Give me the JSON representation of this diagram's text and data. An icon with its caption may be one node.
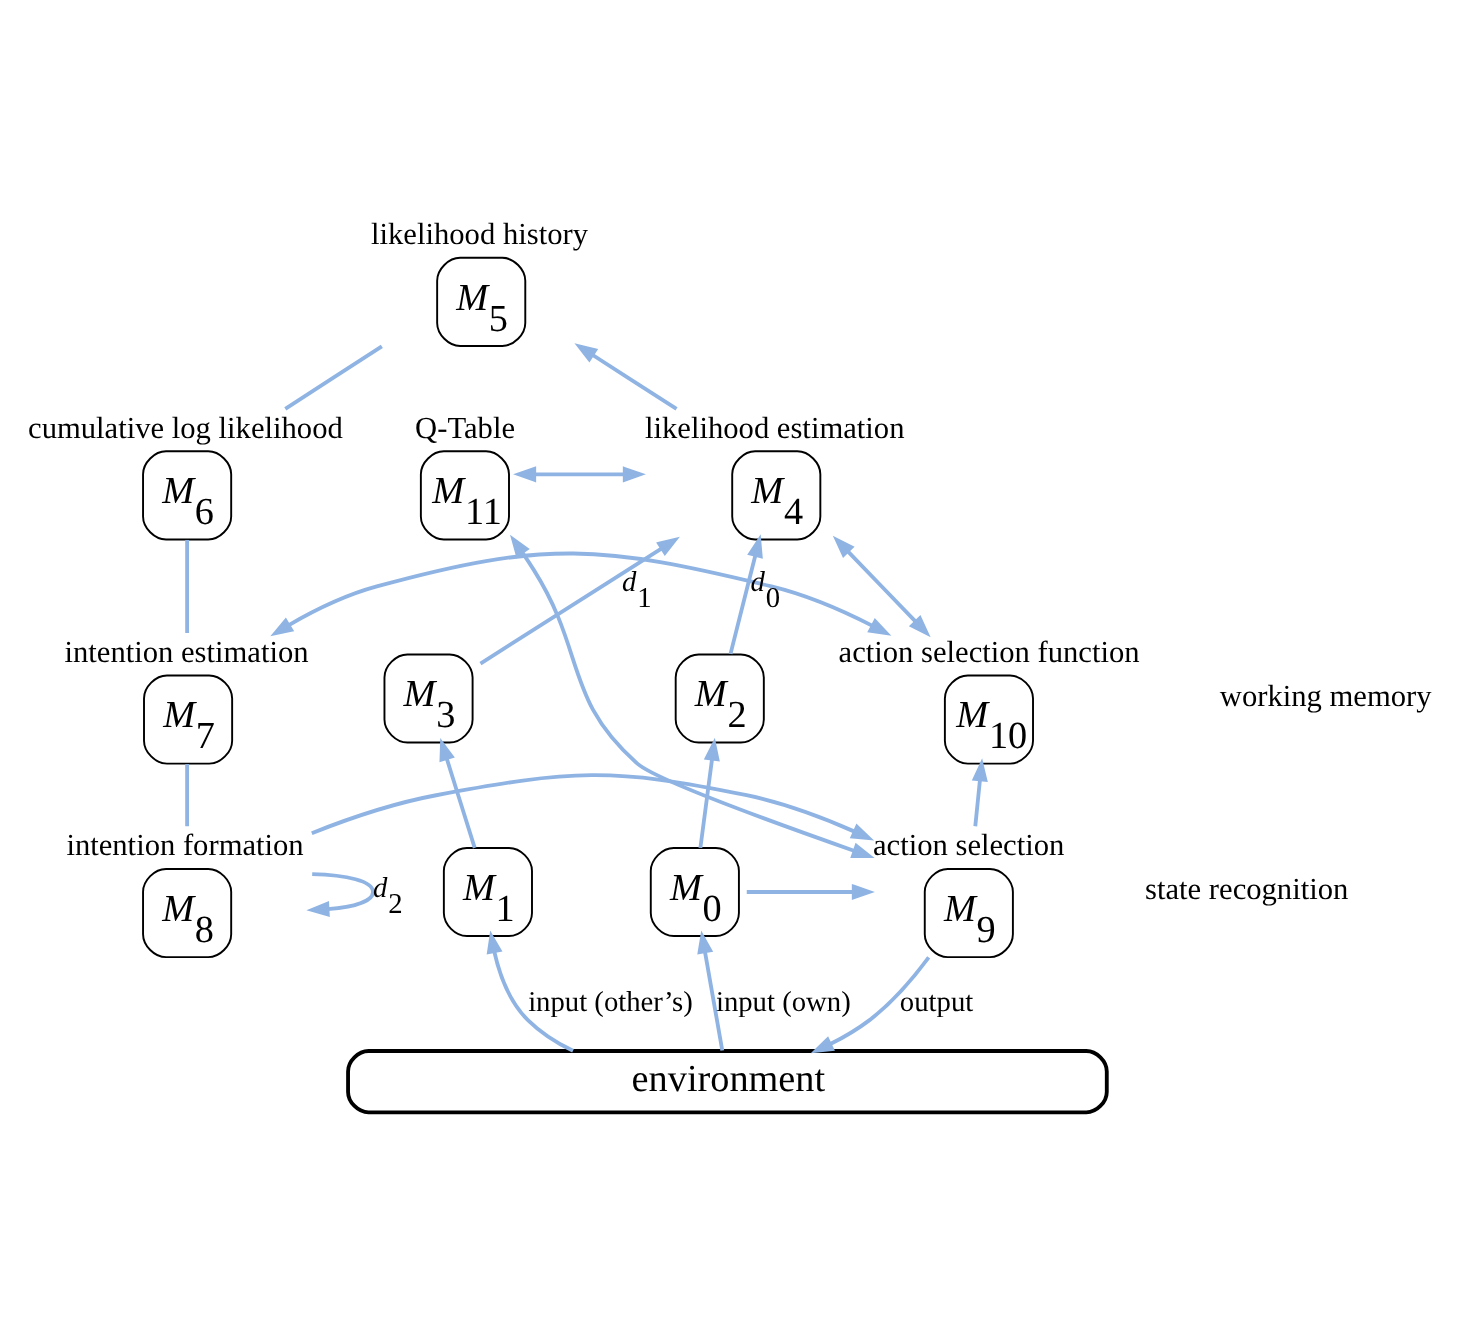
{
  "diagram": {
    "nodes": [
      {
        "text": [
          "likelihood history",
          "M$_{5}$"
        ]
      },
      {
        "text": [
          "cumulative log likelihood",
          "M$_{6}$"
        ]
      },
      {
        "text": [
          "Q-Table",
          "M$_{11}$"
        ]
      },
      {
        "text": [
          "likelihood estimation",
          "M$_{4}$"
        ]
      },
      {
        "text": [
          "intention estimation",
          "M$_{7}$"
        ]
      },
      {
        "text": [
          "action selection function",
          "M$_{10}$"
        ]
      },
      {
        "text": [
          "M$_{2}$"
        ]
      },
      {
        "text": [
          "M$_{3}$"
        ]
      },
      {
        "text": [
          "intention formation",
          "M$_{8}$"
        ]
      },
      {
        "text": [
          "action selection",
          "M$_{9}$"
        ]
      },
      {
        "text": [
          "M$_{0}$"
        ]
      },
      {
        "text": [
          "M$_{1}$"
        ]
      },
      {
        "text": [
          "environment"
        ]
      }
    ],
    "edges": [
      {
        "from": 3,
        "to": 0,
        "arrow": "to"
      },
      {
        "from": 0,
        "to": 1,
        "arrow": "none"
      },
      {
        "from": 1,
        "to": 4,
        "arrow": "none"
      },
      {
        "from": 4,
        "to": 8,
        "arrow": "none"
      },
      {
        "from": 2,
        "to": 3,
        "arrow": "both"
      },
      {
        "from": 3,
        "to": 5,
        "arrow": "both"
      },
      {
        "from": 6,
        "to": 3,
        "arrow": "to",
        "label": "d$_{0}$"
      },
      {
        "from": 7,
        "to": 3,
        "arrow": "to",
        "label": "d$_{1}$"
      },
      {
        "from": 10,
        "to": 6,
        "arrow": "to"
      },
      {
        "from": 11,
        "to": 7,
        "arrow": "to"
      },
      {
        "from": 10,
        "to": 9,
        "arrow": "to"
      },
      {
        "from": 9,
        "to": 5,
        "arrow": "to"
      },
      {
        "from": 4,
        "to": 5,
        "arrow": "both"
      },
      {
        "from": 9,
        "to": 2,
        "arrow": "both"
      },
      {
        "from": 8,
        "to": 9,
        "arrow": "to"
      },
      {
        "from": 8,
        "to": 8,
        "arrow": "to",
        "label": "d$_{2}$"
      },
      {
        "from": 9,
        "to": 12,
        "arrow": "to",
        "label": "output"
      },
      {
        "from": 12,
        "to": 10,
        "arrow": "to",
        "label": "input (own)"
      },
      {
        "from": 12,
        "to": 11,
        "arrow": "to",
        "label": "input (other’s)"
      }
    ],
    "labels": [
      "working memory",
      "state recognition"
    ]
  }
}
